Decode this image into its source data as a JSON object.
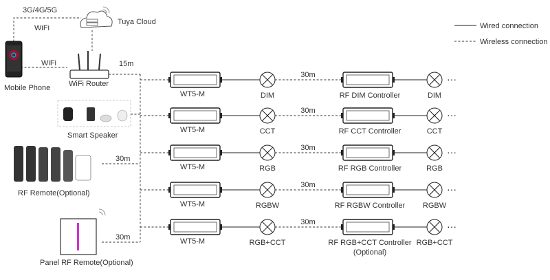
{
  "cloud": {
    "network": "3G/4G/5G",
    "name": "Tuya Cloud"
  },
  "links": {
    "wifi_top": "WiFi",
    "wifi_phone": "WiFi",
    "router_dist": "15m",
    "remote_dist": "30m",
    "panel_dist": "30m"
  },
  "sources": {
    "phone": "Mobile Phone",
    "router": "WiFi Router",
    "speaker": "Smart Speaker",
    "rf_remote": "RF Remote(Optional)",
    "panel_remote": "Panel RF Remote(Optional)"
  },
  "legend": {
    "wired": "Wired connection",
    "wireless": "Wireless connection"
  },
  "rows": [
    {
      "device": "WT5-M",
      "light": "DIM",
      "distance": "30m",
      "controller": "RF DIM Controller",
      "controller_note": "",
      "light2": "DIM"
    },
    {
      "device": "WT5-M",
      "light": "CCT",
      "distance": "30m",
      "controller": "RF CCT Controller",
      "controller_note": "",
      "light2": "CCT"
    },
    {
      "device": "WT5-M",
      "light": "RGB",
      "distance": "30m",
      "controller": "RF RGB Controller",
      "controller_note": "",
      "light2": "RGB"
    },
    {
      "device": "WT5-M",
      "light": "RGBW",
      "distance": "30m",
      "controller": "RF RGBW Controller",
      "controller_note": "",
      "light2": "RGBW"
    },
    {
      "device": "WT5-M",
      "light": "RGB+CCT",
      "distance": "30m",
      "controller": "RF RGB+CCT Controller",
      "controller_note": "(Optional)",
      "light2": "RGB+CCT"
    }
  ],
  "more": "···"
}
